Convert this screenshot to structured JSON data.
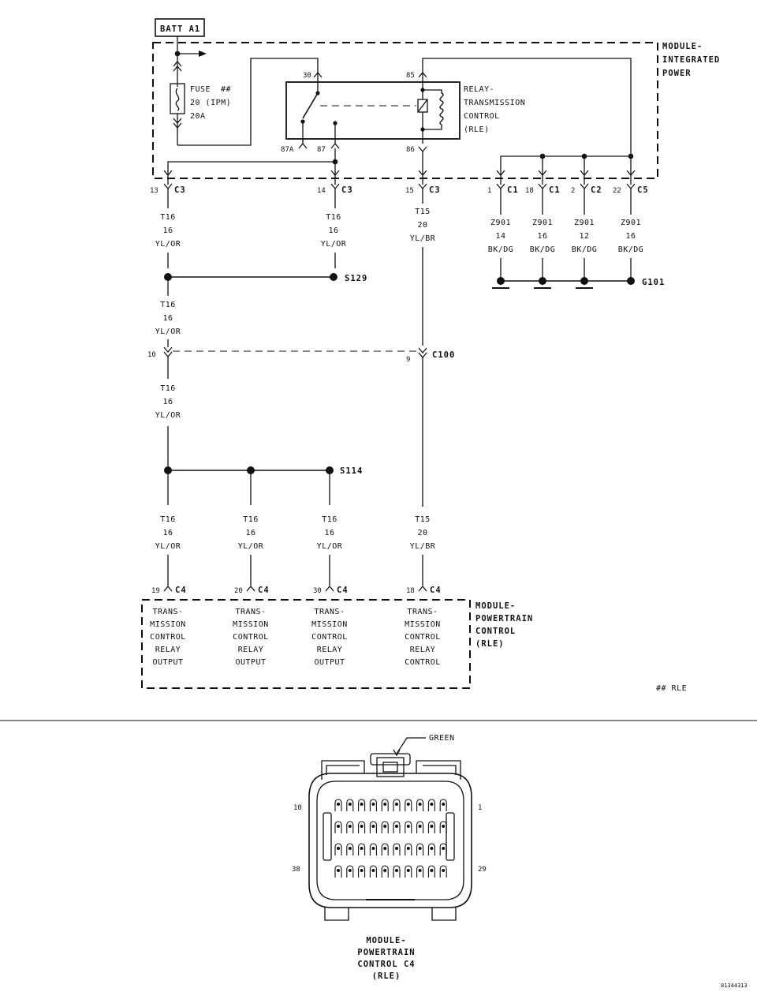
{
  "batt": "BATT A1",
  "fuse": {
    "label": "FUSE",
    "mark": "##",
    "num": "20 (IPM)",
    "amp": "20A"
  },
  "module_ipm": [
    "MODULE-",
    "INTEGRATED",
    "POWER"
  ],
  "relay": {
    "lines": [
      "RELAY-",
      "TRANSMISSION",
      "CONTROL",
      "(RLE)"
    ],
    "pin30": "30",
    "pin85": "85",
    "pin87a": "87A",
    "pin87": "87",
    "pin86": "86"
  },
  "conn_top": [
    {
      "pin": "13",
      "name": "C3"
    },
    {
      "pin": "14",
      "name": "C3"
    },
    {
      "pin": "15",
      "name": "C3"
    },
    {
      "pin": "1",
      "name": "C1"
    },
    {
      "pin": "18",
      "name": "C1"
    },
    {
      "pin": "2",
      "name": "C2"
    },
    {
      "pin": "22",
      "name": "C5"
    }
  ],
  "wires": {
    "w1": [
      "T16",
      "16",
      "YL/OR"
    ],
    "w2": [
      "T16",
      "16",
      "YL/OR"
    ],
    "w3": [
      "T15",
      "20",
      "YL/BR"
    ],
    "w4": [
      "T16",
      "16",
      "YL/OR"
    ],
    "w5": [
      "T16",
      "16",
      "YL/OR"
    ],
    "g1": [
      "Z901",
      "14",
      "BK/DG"
    ],
    "g2": [
      "Z901",
      "16",
      "BK/DG"
    ],
    "g3": [
      "Z901",
      "12",
      "BK/DG"
    ],
    "g4": [
      "Z901",
      "16",
      "BK/DG"
    ],
    "b1": [
      "T16",
      "16",
      "YL/OR"
    ],
    "b2": [
      "T16",
      "16",
      "YL/OR"
    ],
    "b3": [
      "T16",
      "16",
      "YL/OR"
    ],
    "b4": [
      "T15",
      "20",
      "YL/BR"
    ]
  },
  "splices": {
    "s129": "S129",
    "s114": "S114",
    "g101": "G101"
  },
  "c100": {
    "pin_left": "10",
    "pin_right": "9",
    "name": "C100"
  },
  "conn_c4": [
    {
      "pin": "19",
      "name": "C4"
    },
    {
      "pin": "20",
      "name": "C4"
    },
    {
      "pin": "30",
      "name": "C4"
    },
    {
      "pin": "18",
      "name": "C4"
    }
  ],
  "pcm_inputs": [
    [
      "TRANS-",
      "MISSION",
      "CONTROL",
      "RELAY",
      "OUTPUT"
    ],
    [
      "TRANS-",
      "MISSION",
      "CONTROL",
      "RELAY",
      "OUTPUT"
    ],
    [
      "TRANS-",
      "MISSION",
      "CONTROL",
      "RELAY",
      "OUTPUT"
    ],
    [
      "TRANS-",
      "MISSION",
      "CONTROL",
      "RELAY",
      "CONTROL"
    ]
  ],
  "module_pcm": [
    "MODULE-",
    "POWERTRAIN",
    "CONTROL",
    "(RLE)"
  ],
  "legend": "## RLE",
  "connector": {
    "green": "GREEN",
    "p10": "10",
    "p1": "1",
    "p38": "38",
    "p29": "29",
    "caption": [
      "MODULE-",
      "POWERTRAIN",
      "CONTROL C4",
      "(RLE)"
    ]
  },
  "figure_id": "81344313"
}
